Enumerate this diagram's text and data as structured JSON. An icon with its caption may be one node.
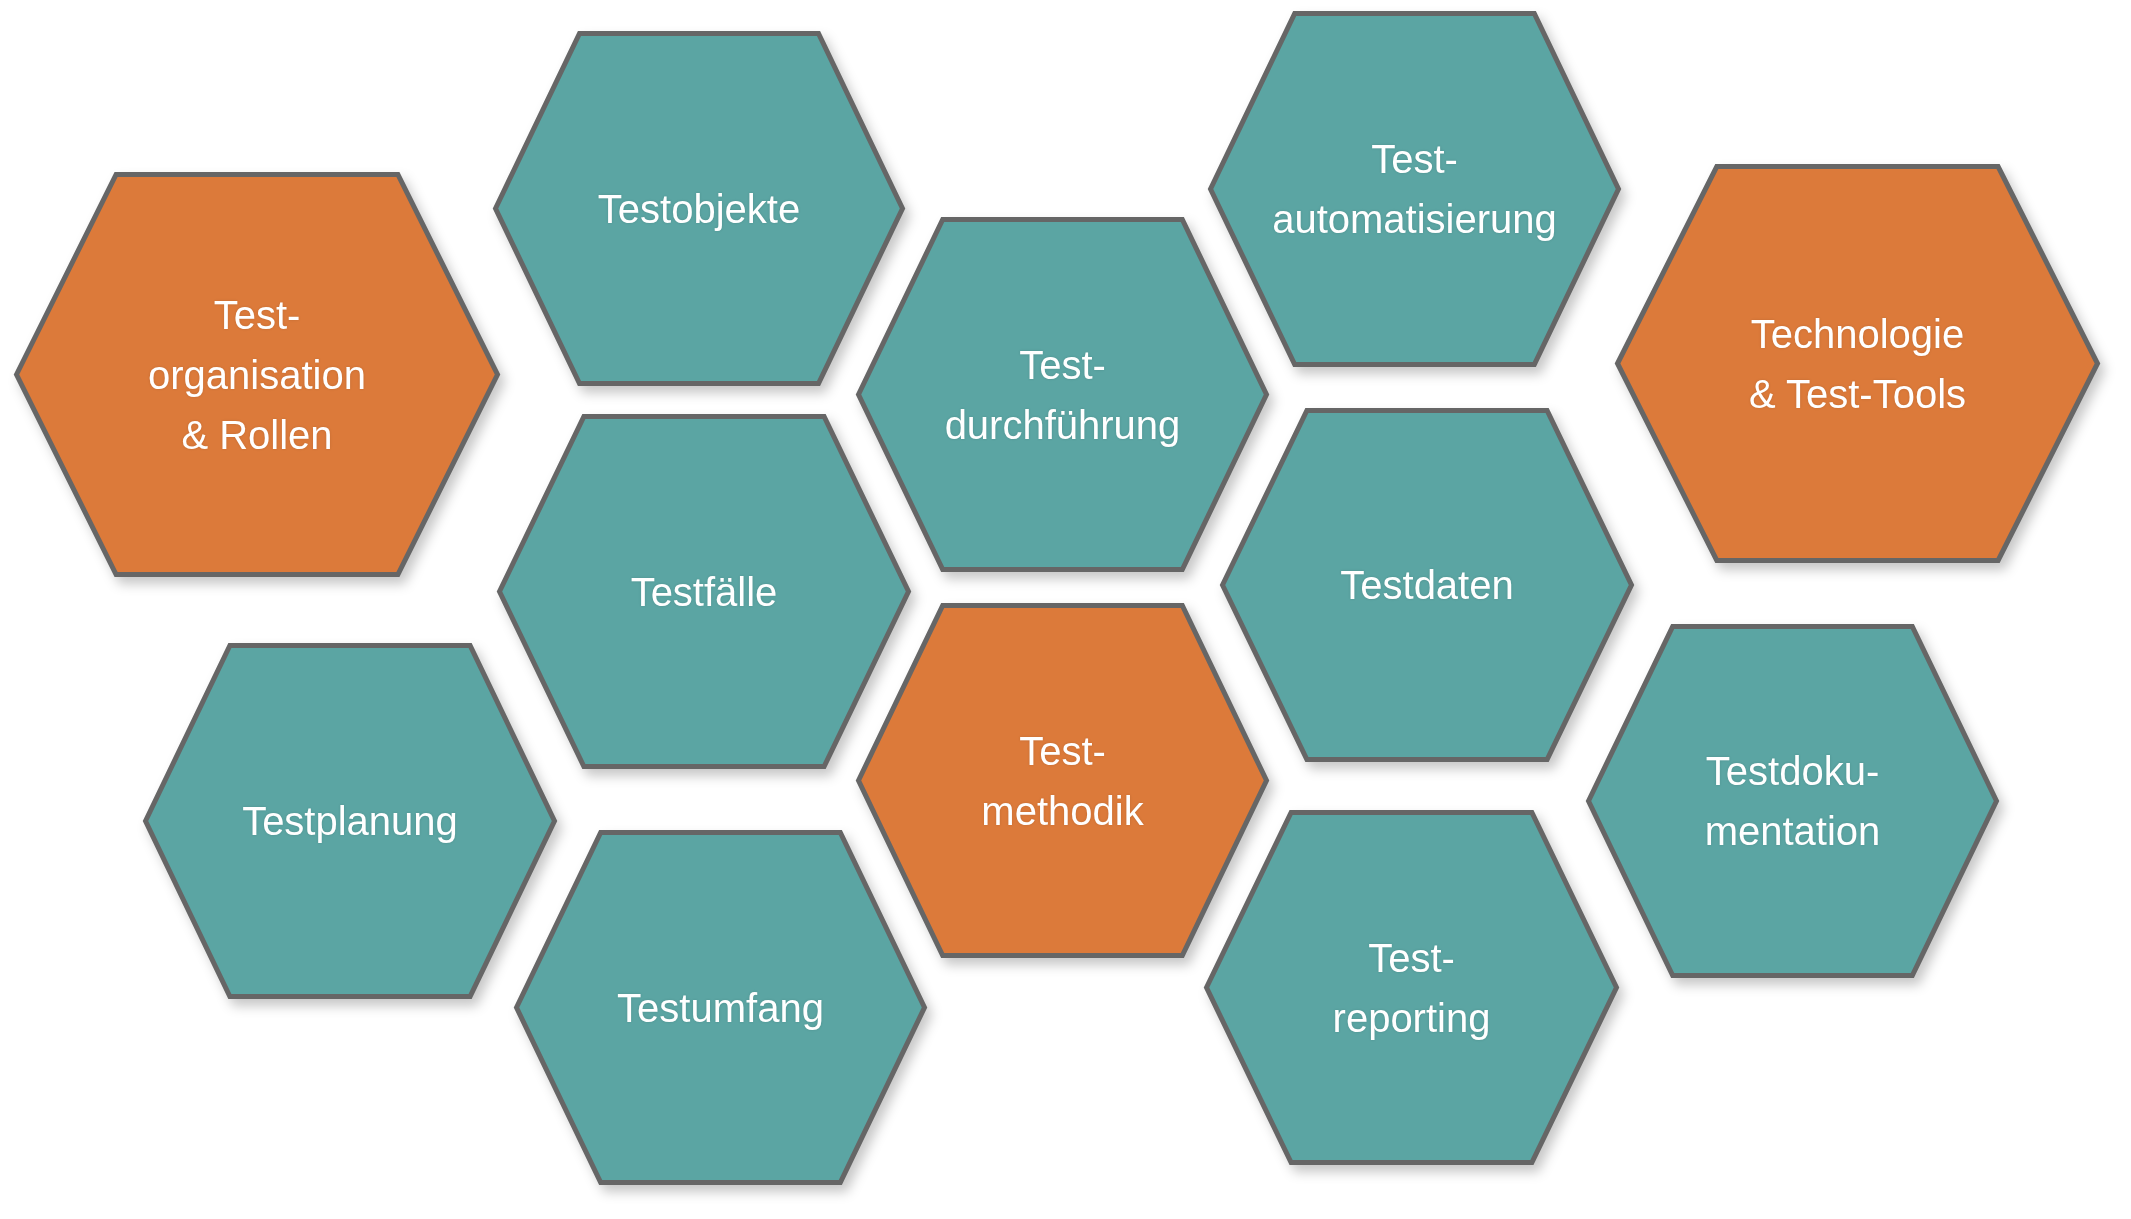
{
  "diagram": {
    "nodes": [
      {
        "text": [
          "Test- organisation & Rollen"
        ]
      },
      {
        "text": [
          "Testobjekte"
        ]
      },
      {
        "text": [
          "Test- durchführung"
        ]
      },
      {
        "text": [
          "Test- automatisierung"
        ]
      },
      {
        "text": [
          "Technologie & Test-Tools"
        ]
      },
      {
        "text": [
          "Testfälle"
        ]
      },
      {
        "text": [
          "Testdaten"
        ]
      },
      {
        "text": [
          "Testplanung"
        ]
      },
      {
        "text": [
          "Test- methodik"
        ]
      },
      {
        "text": [
          "Testdoku- mentation"
        ]
      },
      {
        "text": [
          "Testumfang"
        ]
      },
      {
        "text": [
          "Test- reporting"
        ]
      }
    ]
  }
}
